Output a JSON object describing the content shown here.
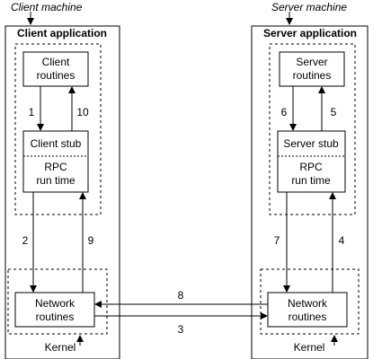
{
  "client_machine": {
    "label": "Client machine",
    "app_title": "Client application",
    "routines": [
      "Client",
      "routines"
    ],
    "stub": "Client stub",
    "runtime": [
      "RPC",
      "run time"
    ],
    "network": [
      "Network",
      "routines"
    ],
    "kernel": "Kernel"
  },
  "server_machine": {
    "label": "Server machine",
    "app_title": "Server application",
    "routines": [
      "Server",
      "routines"
    ],
    "stub": "Server stub",
    "runtime": [
      "RPC",
      "run time"
    ],
    "network": [
      "Network",
      "routines"
    ],
    "kernel": "Kernel"
  },
  "steps": {
    "s1": "1",
    "s2": "2",
    "s3": "3",
    "s4": "4",
    "s5": "5",
    "s6": "6",
    "s7": "7",
    "s8": "8",
    "s9": "9",
    "s10": "10"
  }
}
